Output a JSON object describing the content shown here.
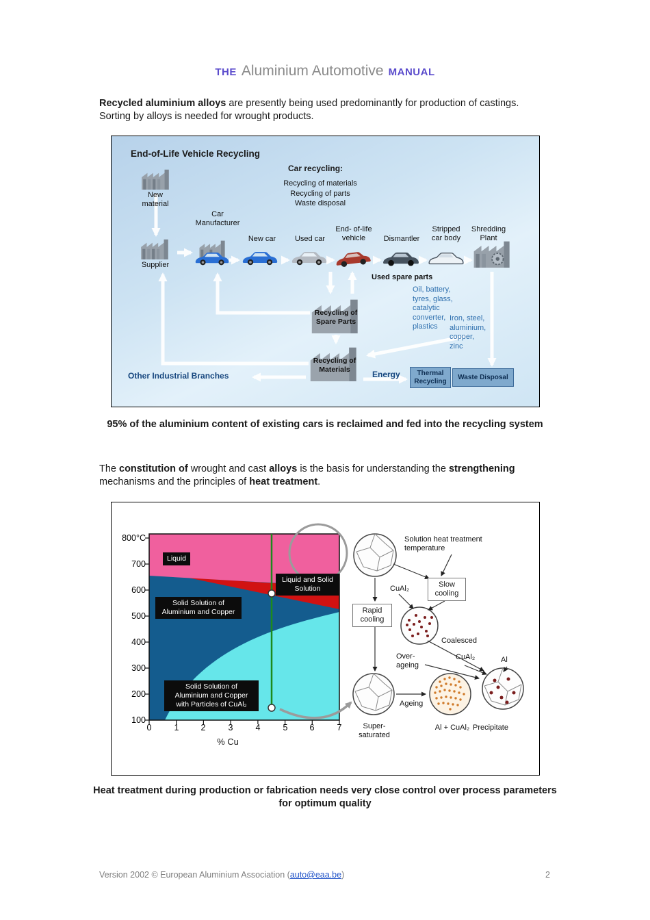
{
  "header": {
    "the": "THE",
    "mid": "Aluminium Automotive",
    "manual": "MANUAL"
  },
  "para1": {
    "b1": "Recycled aluminium alloys",
    "r1": " are presently being used predominantly for production of castings. Sorting by alloys is needed for wrought products."
  },
  "caption1": "95% of the aluminium content of existing cars is reclaimed and fed into the recycling system",
  "para2": {
    "r1": "The ",
    "b1": "constitution of",
    "r2": " wrought and cast ",
    "b2": "alloys",
    "r3": " is the basis for understanding the ",
    "b3": "strengthening",
    "r4": " mechanisms and the principles of ",
    "b4": "heat treatment",
    "r5": "."
  },
  "caption2": "Heat treatment during production or fabrication needs very close control over process parameters for optimum quality",
  "footer": {
    "pre": "Version 2002 © European Aluminium Association (",
    "link": "auto@eaa.be",
    "post": ")",
    "page": "2"
  },
  "figure1": {
    "title": "End-of-Life Vehicle Recycling",
    "car_recycling": {
      "heading": "Car recycling:",
      "items": [
        "Recycling of materials",
        "Recycling of parts",
        "Waste disposal"
      ]
    },
    "labels": {
      "new_material": "New\nmaterial",
      "car_manufacturer": "Car\nManufacturer",
      "supplier": "Supplier",
      "new_car": "New car",
      "used_car": "Used car",
      "end_of_life_vehicle": "End- of-life\nvehicle",
      "dismantler": "Dismantler",
      "stripped_car_body": "Stripped\ncar body",
      "shredding_plant": "Shredding\nPlant",
      "used_spare_parts": "Used spare parts",
      "dismantler_outputs": "Oil, battery,\ntyres, glass,\ncatalytic\nconverter,\nplastics",
      "shredder_outputs": "Iron, steel,\naluminium,\ncopper,\nzinc",
      "recycling_spare_parts": "Recycling of\nSpare Parts",
      "recycling_materials": "Recycling of\nMaterials",
      "other_industrial_branches": "Other Industrial Branches",
      "energy": "Energy",
      "thermal_recycling": "Thermal\nRecycling",
      "waste_disposal": "Waste Disposal"
    }
  },
  "figure2": {
    "yticks": [
      "800°C",
      "700",
      "600",
      "500",
      "400",
      "300",
      "200",
      "100"
    ],
    "xticks": [
      "0",
      "1",
      "2",
      "3",
      "4",
      "5",
      "6",
      "7"
    ],
    "xlabel": "% Cu",
    "regions": {
      "liquid": "Liquid",
      "liquid_solid": "Liquid and Solid\nSolution",
      "solid_solution": "Solid Solution of\nAluminium and Copper",
      "solid_solution_particles": "Solid Solution of\nAluminium and Copper\nwith Particles of CuAl₂"
    },
    "annotations": {
      "solution_heat": "Solution heat treatment\ntemperature",
      "slow_cooling": "Slow\ncooling",
      "rapid_cooling": "Rapid\ncooling",
      "cual2_b": "CuAl₂",
      "coalesced": "Coalesced",
      "cual2_c": "CuAl₂",
      "al": "Al",
      "over_ageing": "Over-\nageing",
      "ageing": "Ageing",
      "super_saturated": "Super-\nsaturated",
      "al_cual2": "Al + CuAl₂",
      "precipitate": "Precipitate"
    }
  },
  "chart_data": {
    "type": "area",
    "xlabel": "% Cu",
    "xlim": [
      0,
      7
    ],
    "ylim": [
      100,
      800
    ],
    "yticks": [
      800,
      700,
      600,
      500,
      400,
      300,
      200,
      100
    ],
    "xticks": [
      0,
      1,
      2,
      3,
      4,
      5,
      6,
      7
    ],
    "regions": [
      "Liquid",
      "Liquid and Solid Solution",
      "Solid Solution of Aluminium and Copper",
      "Solid Solution of Aluminium and Copper with Particles of CuAl₂"
    ],
    "alloy_composition_line_pct_cu": 4.5
  }
}
